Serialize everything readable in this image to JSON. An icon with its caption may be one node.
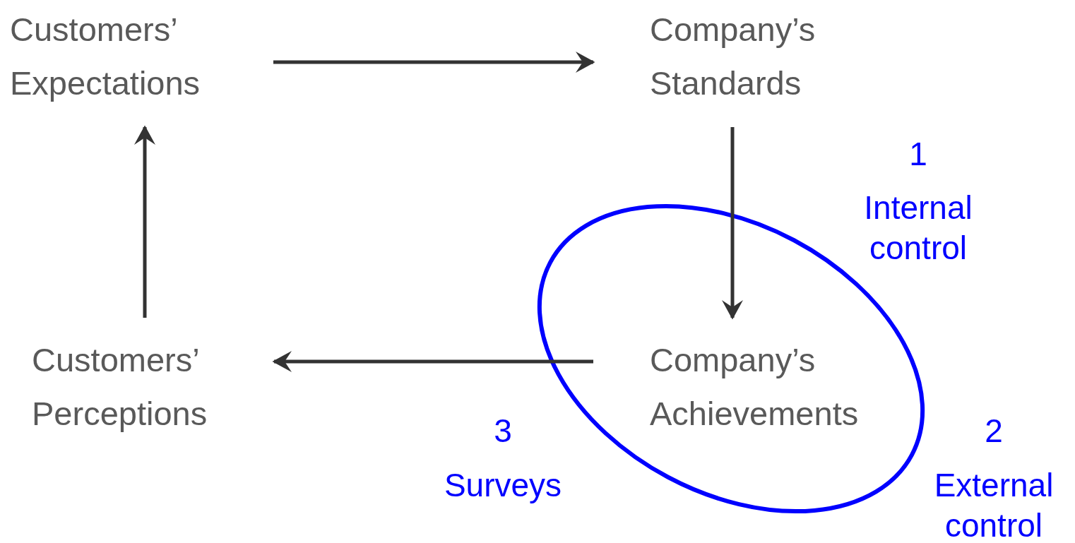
{
  "diagram": {
    "nodes": [
      {
        "text": [
          "Customers’ Expectations"
        ]
      },
      {
        "text": [
          "Company’s Standards"
        ]
      },
      {
        "text": [
          "Company’s Achievements"
        ]
      },
      {
        "text": [
          "Customers’ Perceptions"
        ]
      }
    ],
    "edges": [
      {
        "from": 0,
        "to": 1,
        "arrow": "to"
      },
      {
        "from": 1,
        "to": 2,
        "arrow": "to"
      },
      {
        "from": 2,
        "to": 3,
        "arrow": "to"
      },
      {
        "from": 3,
        "to": 0,
        "arrow": "to"
      }
    ],
    "labels": [
      "1",
      "Internal control",
      "2",
      "External control",
      "3",
      "Surveys"
    ]
  }
}
